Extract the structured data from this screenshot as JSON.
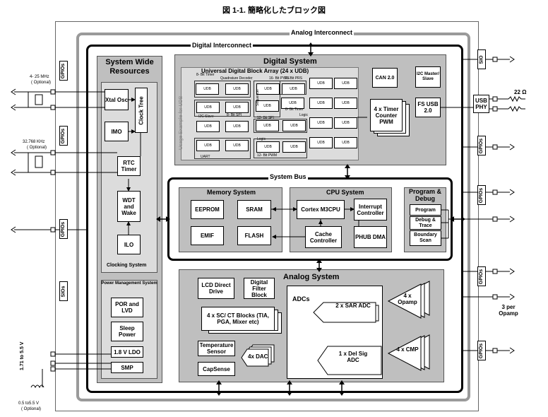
{
  "title": "図 1-1. 簡略化したブロック図",
  "analog_interconnect": "Analog Interconnect",
  "digital_interconnect": "Digital Interconnect",
  "system_wide": {
    "title": "System Wide Resources",
    "xtal": "Xtal Osc",
    "clock_tree": "Clock Tree",
    "imo": "IMO",
    "rtc": "RTC Timer",
    "wdt": "WDT and Wake",
    "ilo": "ILO",
    "clocking": "Clocking System",
    "power_title": "Power Management System",
    "por": "POR and LVD",
    "sleep": "Sleep Power",
    "ldo": "1.8 V LDO",
    "smp": "SMP"
  },
  "digital_system": {
    "title": "Digital System",
    "udb_array": "Universal Digital Block Array (24 x UDB)",
    "usage": "Usage Example for UDB",
    "udb": "UDB",
    "labels": [
      "8- Bit Timer",
      "Quadrature Decoder",
      "16- Bit PRS",
      "I2C Slave",
      "8- Bit SPI",
      "12- Bit SPI",
      "Logic",
      "8- Bit Timer",
      "UART",
      "Logic",
      "12- Bit PWM",
      "16- Bit PYFS",
      "Sequencer"
    ],
    "can": "CAN 2.0",
    "i2c": "I2C Master/ Slave",
    "timer": "4 x Timer Counter PWM",
    "fsusb": "FS USB 2.0"
  },
  "system_bus": "System Bus",
  "memory": {
    "title": "Memory System",
    "eeprom": "EEPROM",
    "sram": "SRAM",
    "emif": "EMIF",
    "flash": "FLASH"
  },
  "cpu": {
    "title": "CPU System",
    "cortex": "Cortex M3CPU",
    "interrupt": "Interrupt Controller",
    "cache": "Cache Controller",
    "phub": "PHUB DMA"
  },
  "debug": {
    "title": "Program & Debug",
    "program": "Program",
    "trace": "Debug & Trace",
    "boundary": "Boundary Scan"
  },
  "analog": {
    "title": "Analog System",
    "lcd": "LCD Direct Drive",
    "dfb": "Digital Filter Block",
    "sc": "4 x SC/ CT Blocks (TIA, PGA, Mixer etc)",
    "temp": "Temperature Sensor",
    "dac": "4x DAC",
    "capsense": "CapSense",
    "adcs": "ADCs",
    "sar": "2 x SAR ADC",
    "delsig": "1 x Del Sig ADC",
    "opamp": "4 x Opamp",
    "cmp": "4 x CMP"
  },
  "pins": {
    "gpios": "GPIOs",
    "sios": "SIOs",
    "sio": "SIO",
    "usbphy": "USB PHY"
  },
  "ext": {
    "freq1": "4- 25 MHz",
    "opt": "( Optional)",
    "freq2": "32.768 KHz",
    "ohm": "22 Ω",
    "opamp_pins": "3 per Opamp",
    "vdd": "1.71 to 5.5 V",
    "vin": "0.5 to5.5 V",
    "vin_opt": "( Optional)"
  }
}
